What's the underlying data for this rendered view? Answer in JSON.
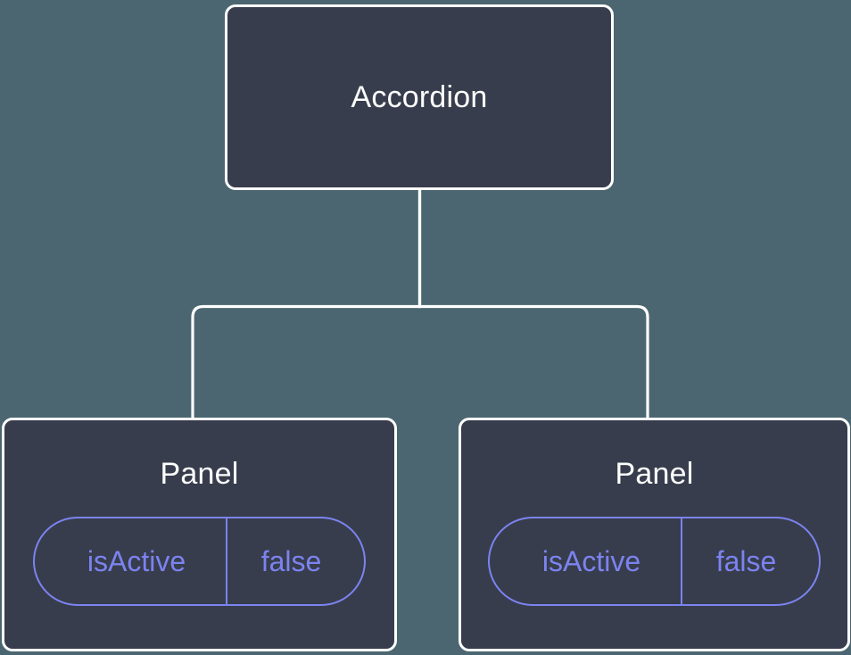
{
  "diagram": {
    "type": "component-tree",
    "background_color": "#4b6670",
    "node_fill_color": "#373d4c",
    "node_border_color": "#ffffff",
    "edge_color": "#ffffff",
    "prop_accent_color": "#7c83f0",
    "root": {
      "label": "Accordion"
    },
    "children": [
      {
        "label": "Panel",
        "props": [
          {
            "key": "isActive",
            "value": "false"
          }
        ]
      },
      {
        "label": "Panel",
        "props": [
          {
            "key": "isActive",
            "value": "false"
          }
        ]
      }
    ]
  }
}
